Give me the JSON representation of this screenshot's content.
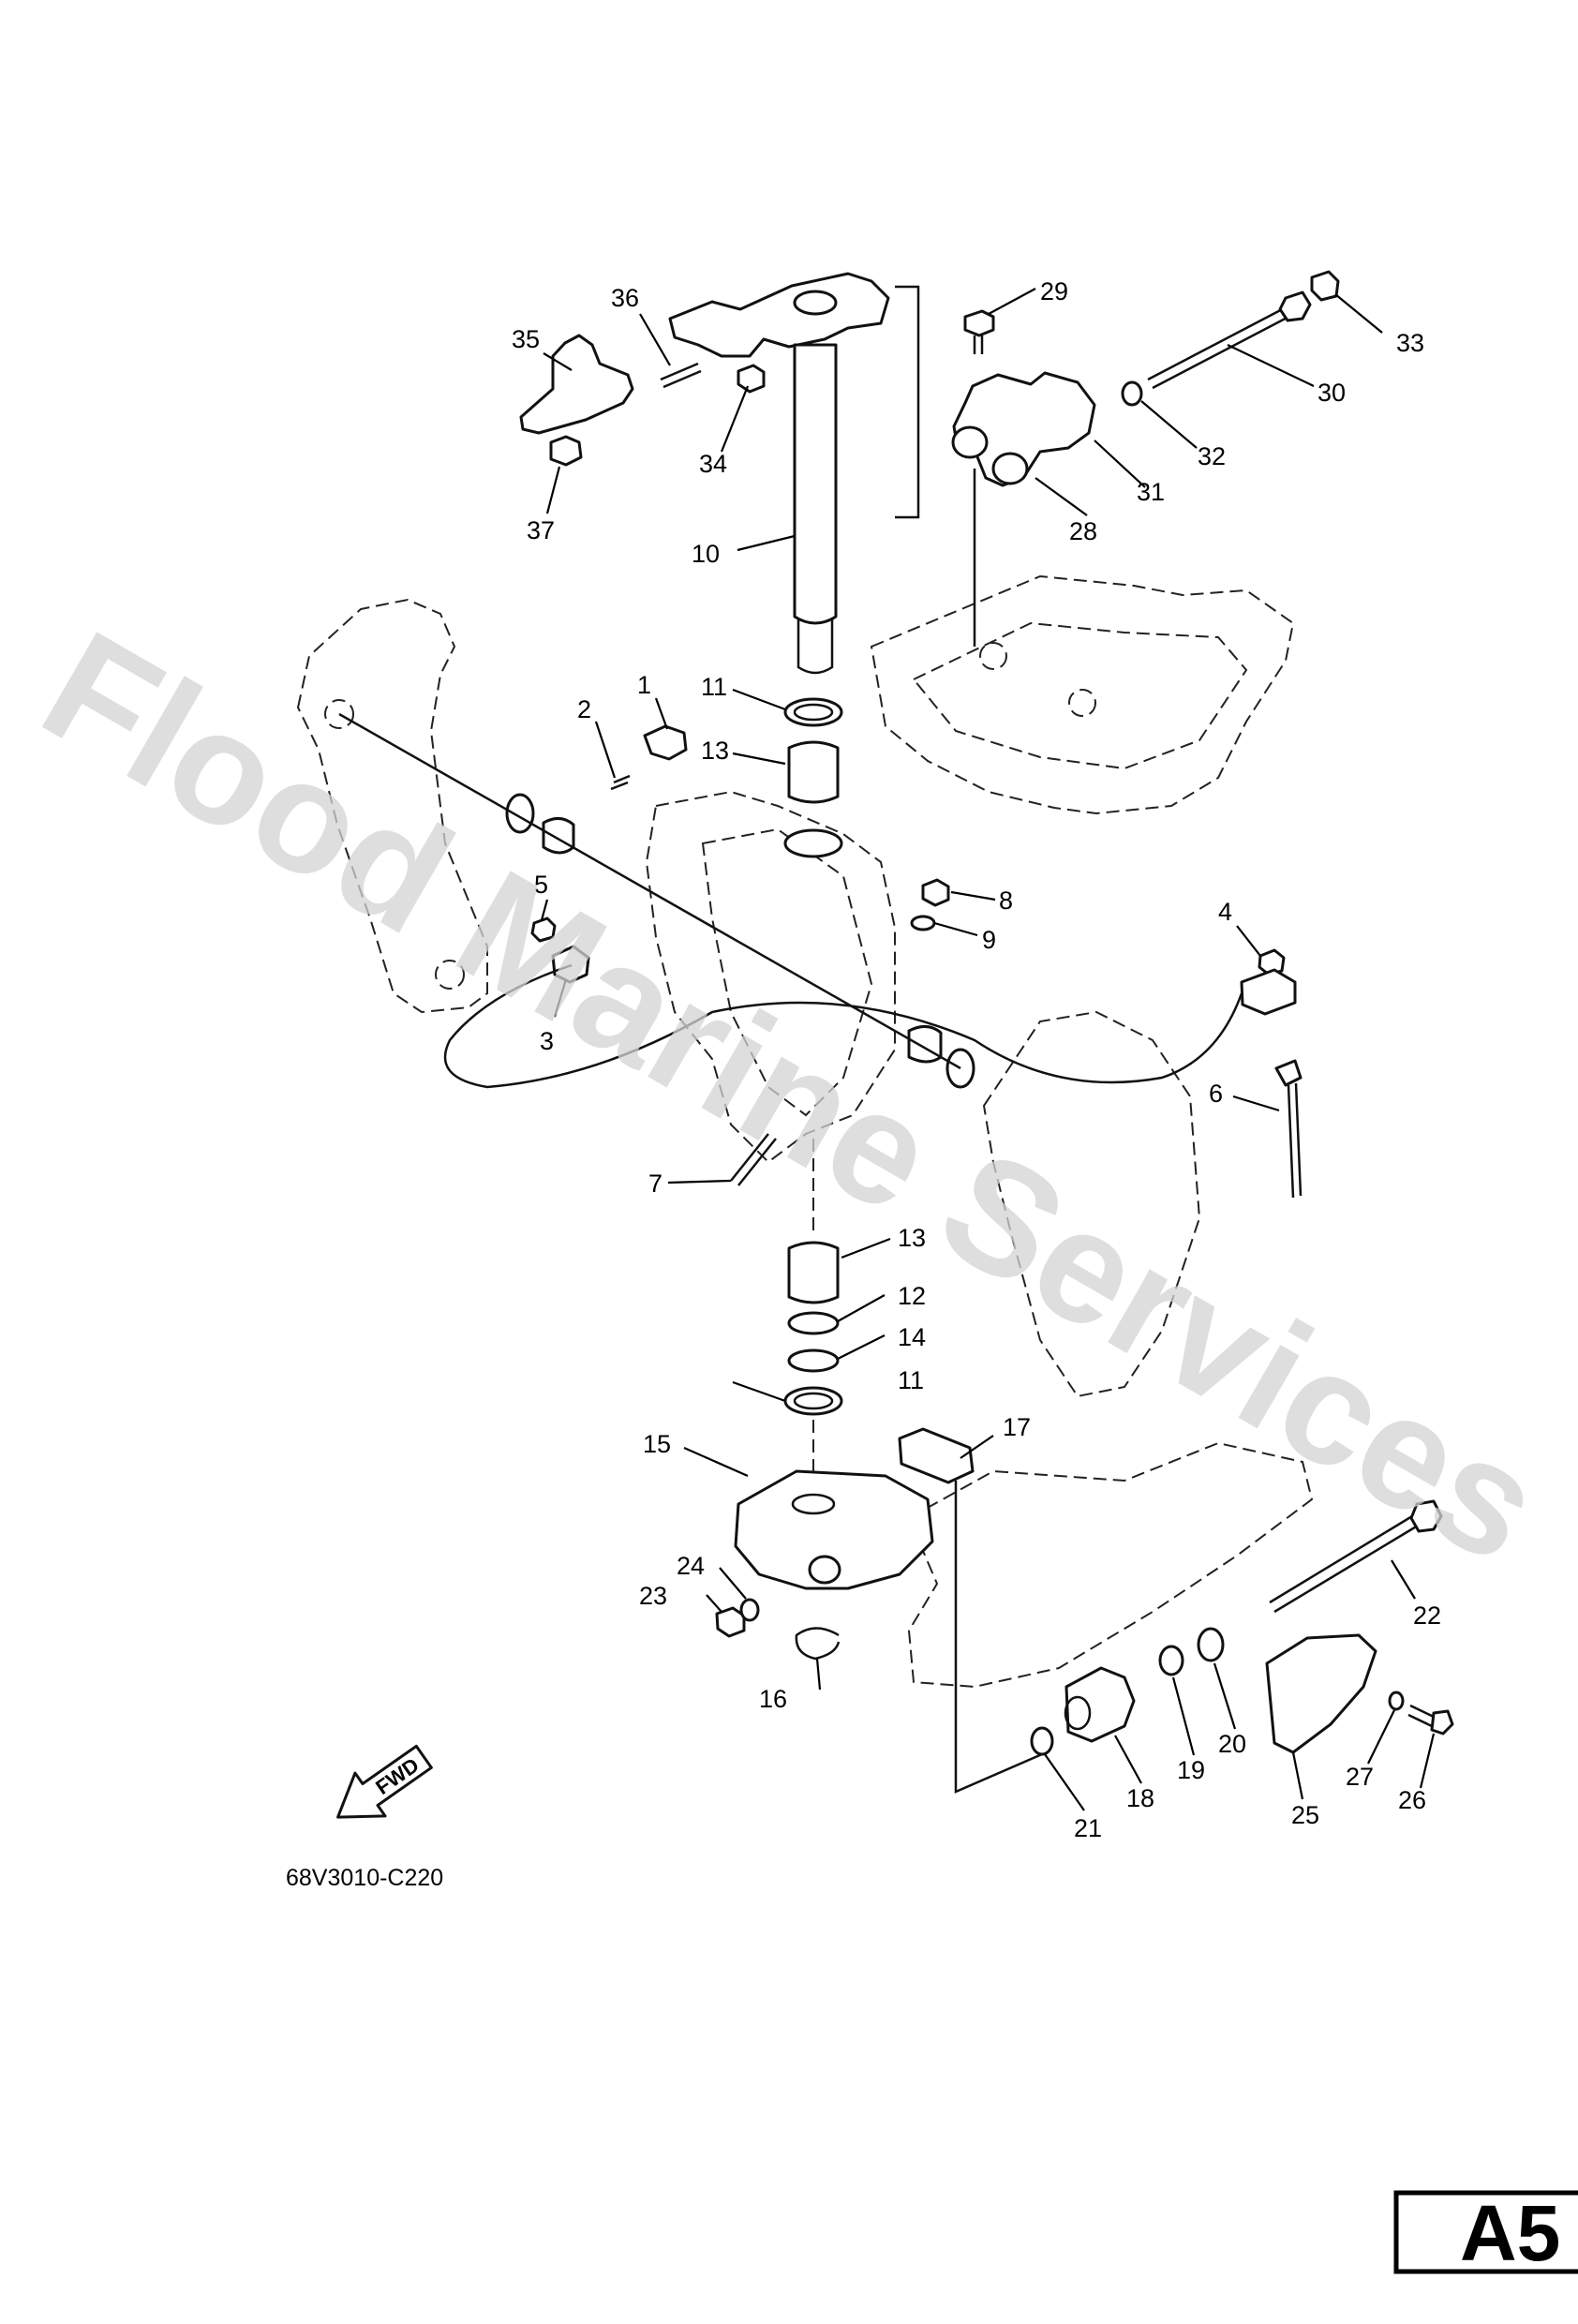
{
  "watermark": "Flood Marine Services",
  "diagram_code": "68V3010-C220",
  "forward_arrow_label": "FWD",
  "page_tag": "A5",
  "callouts": [
    {
      "id": "c1",
      "label": "1"
    },
    {
      "id": "c2",
      "label": "2"
    },
    {
      "id": "c3",
      "label": "3"
    },
    {
      "id": "c4",
      "label": "4"
    },
    {
      "id": "c5",
      "label": "5"
    },
    {
      "id": "c6",
      "label": "6"
    },
    {
      "id": "c7",
      "label": "7"
    },
    {
      "id": "c8",
      "label": "8"
    },
    {
      "id": "c9",
      "label": "9"
    },
    {
      "id": "c10",
      "label": "10"
    },
    {
      "id": "c11a",
      "label": "11"
    },
    {
      "id": "c11b",
      "label": "11"
    },
    {
      "id": "c12",
      "label": "12"
    },
    {
      "id": "c13a",
      "label": "13"
    },
    {
      "id": "c13b",
      "label": "13"
    },
    {
      "id": "c14",
      "label": "14"
    },
    {
      "id": "c15",
      "label": "15"
    },
    {
      "id": "c16",
      "label": "16"
    },
    {
      "id": "c17",
      "label": "17"
    },
    {
      "id": "c18",
      "label": "18"
    },
    {
      "id": "c19",
      "label": "19"
    },
    {
      "id": "c20",
      "label": "20"
    },
    {
      "id": "c21",
      "label": "21"
    },
    {
      "id": "c22",
      "label": "22"
    },
    {
      "id": "c23",
      "label": "23"
    },
    {
      "id": "c24",
      "label": "24"
    },
    {
      "id": "c25",
      "label": "25"
    },
    {
      "id": "c26",
      "label": "26"
    },
    {
      "id": "c27",
      "label": "27"
    },
    {
      "id": "c28",
      "label": "28"
    },
    {
      "id": "c29",
      "label": "29"
    },
    {
      "id": "c30",
      "label": "30"
    },
    {
      "id": "c31",
      "label": "31"
    },
    {
      "id": "c32",
      "label": "32"
    },
    {
      "id": "c33",
      "label": "33"
    },
    {
      "id": "c34",
      "label": "34"
    },
    {
      "id": "c35",
      "label": "35"
    },
    {
      "id": "c36",
      "label": "36"
    },
    {
      "id": "c37",
      "label": "37"
    }
  ]
}
